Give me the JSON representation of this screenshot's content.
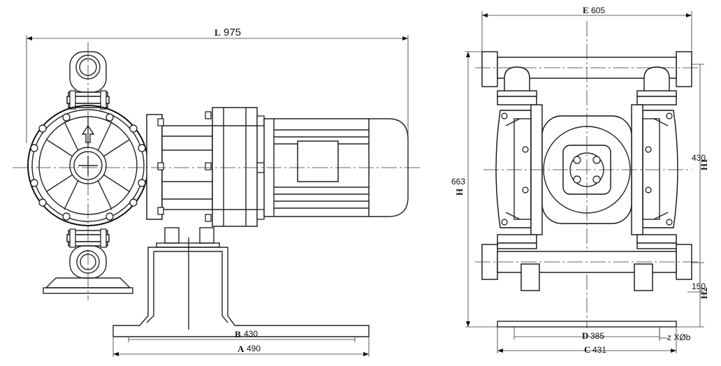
{
  "drawing": {
    "side_view": {
      "length_letter": "L",
      "length_value": "975",
      "base_inner_letter": "B",
      "base_inner_value": "430",
      "base_outer_letter": "A",
      "base_outer_value": "490"
    },
    "front_view": {
      "width_letter": "E",
      "width_value": "605",
      "height_letter": "H",
      "height_value": "663",
      "center_height_letter": "H1",
      "center_height_value": "430",
      "inlet_height_letter": "H2",
      "inlet_height_value": "150",
      "foot_inner_letter": "D",
      "foot_inner_value": "385",
      "foot_outer_letter": "C",
      "foot_outer_value": "431",
      "hole_label": "z XØb"
    }
  }
}
